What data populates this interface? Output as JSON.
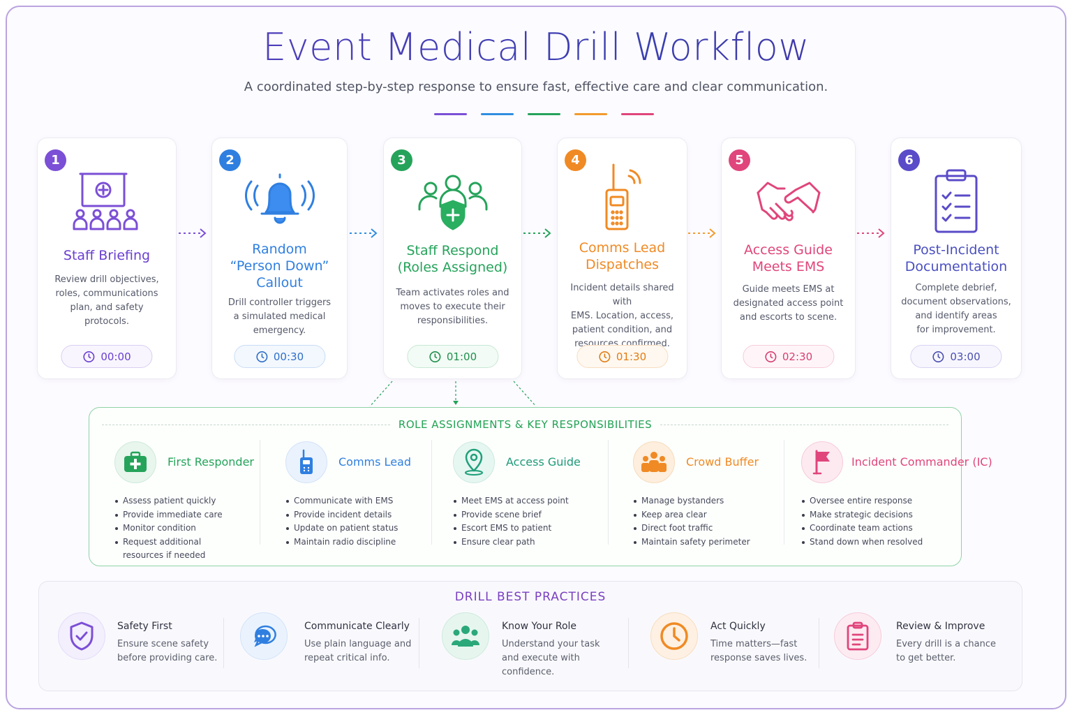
{
  "title": "Event Medical Drill Workflow",
  "subtitle": "A coordinated step-by-step response to ensure fast, effective care and clear communication.",
  "colors": {
    "purple": "#7b4fd6",
    "blue": "#2f7fe0",
    "green": "#25a35a",
    "orange": "#f08a24",
    "pink": "#e0457b",
    "indigo": "#5a4bc8"
  },
  "steps": [
    {
      "number": "1",
      "title_lines": [
        "Staff Briefing"
      ],
      "desc_lines": [
        "Review drill objectives,",
        "roles, communications",
        "plan, and safety",
        "protocols."
      ],
      "time": "00:00",
      "icon": "briefing-icon"
    },
    {
      "number": "2",
      "title_lines": [
        "Random",
        "“Person Down”",
        "Callout"
      ],
      "desc_lines": [
        "Drill controller triggers",
        "a simulated medical",
        "emergency."
      ],
      "time": "00:30",
      "icon": "alarm-bell-icon"
    },
    {
      "number": "3",
      "title_lines": [
        "Staff Respond",
        "(Roles Assigned)"
      ],
      "desc_lines": [
        "Team activates roles and",
        "moves to execute their",
        "responsibilities."
      ],
      "time": "01:00",
      "icon": "team-shield-icon"
    },
    {
      "number": "4",
      "title_lines": [
        "Comms Lead",
        "Dispatches"
      ],
      "desc_lines": [
        "Incident details shared with",
        "EMS. Location, access,",
        "patient condition, and",
        "resources confirmed."
      ],
      "time": "01:30",
      "icon": "radio-icon"
    },
    {
      "number": "5",
      "title_lines": [
        "Access Guide",
        "Meets EMS"
      ],
      "desc_lines": [
        "Guide meets EMS at",
        "designated access point",
        "and escorts to scene."
      ],
      "time": "02:30",
      "icon": "handshake-icon"
    },
    {
      "number": "6",
      "title_lines": [
        "Post-Incident",
        "Documentation"
      ],
      "desc_lines": [
        "Complete debrief,",
        "document observations,",
        "and identify areas",
        "for improvement."
      ],
      "time": "03:00",
      "icon": "clipboard-icon"
    }
  ],
  "roles_heading": "ROLE ASSIGNMENTS & KEY RESPONSIBILITIES",
  "roles": [
    {
      "name": "First Responder",
      "icon": "first-aid-kit-icon",
      "items": [
        "Assess patient quickly",
        "Provide immediate care",
        "Monitor condition",
        "Request additional",
        "resources if needed"
      ]
    },
    {
      "name": "Comms Lead",
      "icon": "radio-icon",
      "items": [
        "Communicate with EMS",
        "Provide incident details",
        "Update on patient status",
        "Maintain radio discipline"
      ]
    },
    {
      "name": "Access Guide",
      "icon": "location-pin-icon",
      "items": [
        "Meet EMS at access point",
        "Provide scene brief",
        "Escort EMS to patient",
        "Ensure clear path"
      ]
    },
    {
      "name": "Crowd Buffer",
      "icon": "crowd-icon",
      "items": [
        "Manage bystanders",
        "Keep area clear",
        "Direct foot traffic",
        "Maintain safety perimeter"
      ]
    },
    {
      "name": "Incident Commander (IC)",
      "icon": "flag-icon",
      "items": [
        "Oversee entire response",
        "Make strategic decisions",
        "Coordinate team actions",
        "Stand down when resolved"
      ]
    }
  ],
  "best_practices_heading": "DRILL BEST PRACTICES",
  "best_practices": [
    {
      "name": "Safety First",
      "desc_lines": [
        "Ensure scene safety",
        "before providing care."
      ],
      "icon": "shield-check-icon"
    },
    {
      "name": "Communicate Clearly",
      "desc_lines": [
        "Use plain language and",
        "repeat critical info."
      ],
      "icon": "chat-bubbles-icon"
    },
    {
      "name": "Know Your Role",
      "desc_lines": [
        "Understand your task",
        "and execute with",
        "confidence."
      ],
      "icon": "group-icon"
    },
    {
      "name": "Act Quickly",
      "desc_lines": [
        "Time matters—fast",
        "response saves lives."
      ],
      "icon": "clock-icon"
    },
    {
      "name": "Review & Improve",
      "desc_lines": [
        "Every drill is a chance",
        "to get better."
      ],
      "icon": "clipboard-icon"
    }
  ]
}
